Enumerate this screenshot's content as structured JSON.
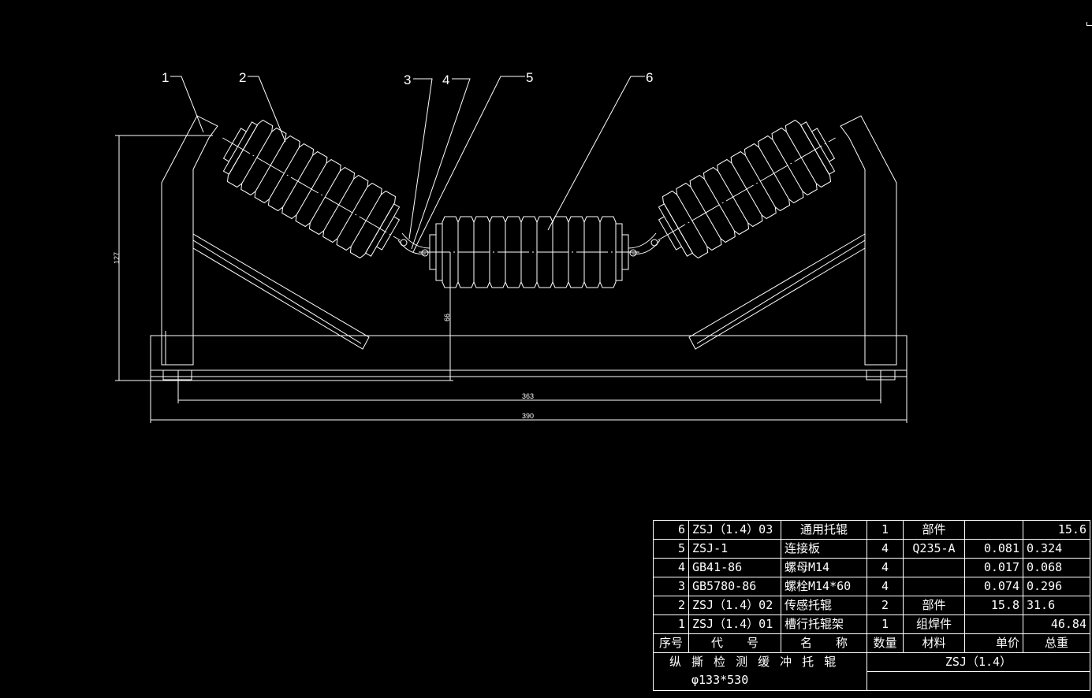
{
  "drawing": {
    "callouts": [
      "1",
      "2",
      "3",
      "4",
      "5",
      "6"
    ],
    "dimensions": {
      "height_total": "127",
      "roller_height": "66",
      "inner_width": "363",
      "outer_width": "390"
    }
  },
  "parts_table": {
    "rows": [
      {
        "no": "6",
        "code": "ZSJ（1.4）03",
        "name": "通用托辊",
        "qty": "1",
        "material": "部件",
        "unit": "",
        "total": "15.6"
      },
      {
        "no": "5",
        "code": "ZSJ-1",
        "name": "连接板",
        "qty": "4",
        "material": "Q235-A",
        "unit": "0.081",
        "total": "0.324"
      },
      {
        "no": "4",
        "code": "GB41-86",
        "name": "螺母M14",
        "qty": "4",
        "material": "",
        "unit": "0.017",
        "total": "0.068"
      },
      {
        "no": "3",
        "code": "GB5780-86",
        "name": "螺栓M14*60",
        "qty": "4",
        "material": "",
        "unit": "0.074",
        "total": "0.296"
      },
      {
        "no": "2",
        "code": "ZSJ（1.4）02",
        "name": "传感托辊",
        "qty": "2",
        "material": "部件",
        "unit": "15.8",
        "total": "31.6"
      },
      {
        "no": "1",
        "code": "ZSJ（1.4）01",
        "name": "槽行托辊架",
        "qty": "1",
        "material": "组焊件",
        "unit": "",
        "total": "46.84"
      }
    ],
    "headers": {
      "no": "序号",
      "code": "代　　号",
      "name": "名　　称",
      "qty": "数量",
      "material": "材料",
      "unit": "单价",
      "total": "总重"
    },
    "title": "纵 撕 检 测 缓 冲 托 辊",
    "spec": "φ133*530",
    "drawing_no": "ZSJ（1.4）"
  }
}
